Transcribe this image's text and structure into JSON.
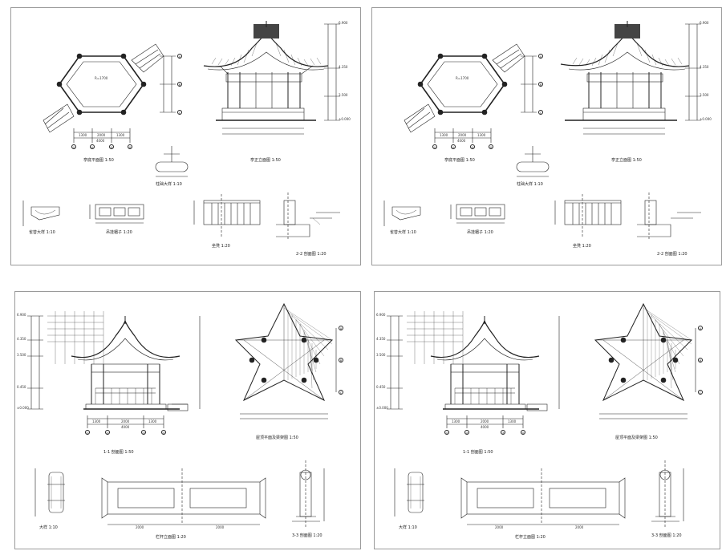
{
  "sheets": [
    {
      "plan_title": "亭底平面图 1:50",
      "elev_title": "亭正立面图 1:50",
      "detail_labels": [
        "柱础大样 1:10",
        "雀替大样 1:10",
        "吊挂楣子 1:20",
        "坐凳 1:20",
        "2-2 剖面图 1:20"
      ],
      "elev_marks": [
        "±0.000",
        "3.500",
        "4.350",
        "6.900"
      ],
      "axis_labels": [
        "①",
        "②",
        "③",
        "④",
        "A",
        "B",
        "C"
      ],
      "dims": [
        "4000",
        "1300",
        "2000",
        "1300",
        "R=1700"
      ]
    },
    {
      "plan_title": "亭底平面图 1:50",
      "elev_title": "亭正立面图 1:50",
      "detail_labels": [
        "柱础大样 1:10",
        "雀替大样 1:10",
        "吊挂楣子 1:20",
        "坐凳 1:20",
        "2-2 剖面图 1:20"
      ],
      "elev_marks": [
        "±0.000",
        "3.500",
        "4.350",
        "6.900"
      ],
      "axis_labels": [
        "①",
        "②",
        "③",
        "④",
        "A",
        "B",
        "C"
      ],
      "dims": [
        "4000",
        "1300",
        "2000",
        "1300",
        "R=1700"
      ]
    },
    {
      "section_title": "1-1 剖面图 1:50",
      "roof_title": "屋顶平面及梁架图 1:50",
      "rail_title": "栏杆立面图 1:20",
      "detail_labels": [
        "大样 1:10",
        "3-3 剖面图 1:20"
      ],
      "elev_marks": [
        "±0.000",
        "0.450",
        "3.500",
        "4.350",
        "6.900"
      ],
      "axis_labels": [
        "①",
        "②",
        "③",
        "④",
        "A",
        "B",
        "C"
      ],
      "dims": [
        "1300",
        "2000",
        "1300",
        "4000",
        "2000",
        "2000"
      ]
    },
    {
      "section_title": "1-1 剖面图 1:50",
      "roof_title": "屋顶平面及梁架图 1:50",
      "rail_title": "栏杆立面图 1:20",
      "detail_labels": [
        "大样 1:10",
        "3-3 剖面图 1:20"
      ],
      "elev_marks": [
        "±0.000",
        "0.450",
        "3.500",
        "4.350",
        "6.900"
      ],
      "axis_labels": [
        "①",
        "②",
        "③",
        "④",
        "A",
        "B",
        "C"
      ],
      "dims": [
        "1300",
        "2000",
        "1300",
        "4000",
        "2000",
        "2000"
      ]
    }
  ]
}
